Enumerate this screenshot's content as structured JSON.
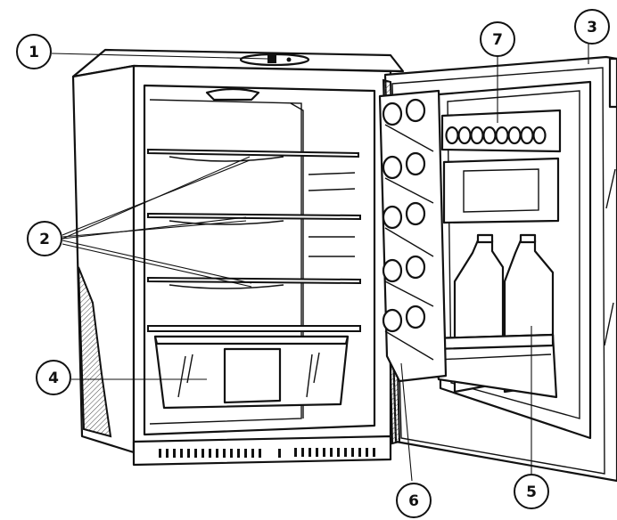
{
  "diagram": {
    "callouts": [
      {
        "id": "c1",
        "label": "1"
      },
      {
        "id": "c2",
        "label": "2"
      },
      {
        "id": "c3",
        "label": "3"
      },
      {
        "id": "c4",
        "label": "4"
      },
      {
        "id": "c5",
        "label": "5"
      },
      {
        "id": "c6",
        "label": "6"
      },
      {
        "id": "c7",
        "label": "7"
      }
    ],
    "line_color": "#111111",
    "background_color": "#ffffff"
  }
}
